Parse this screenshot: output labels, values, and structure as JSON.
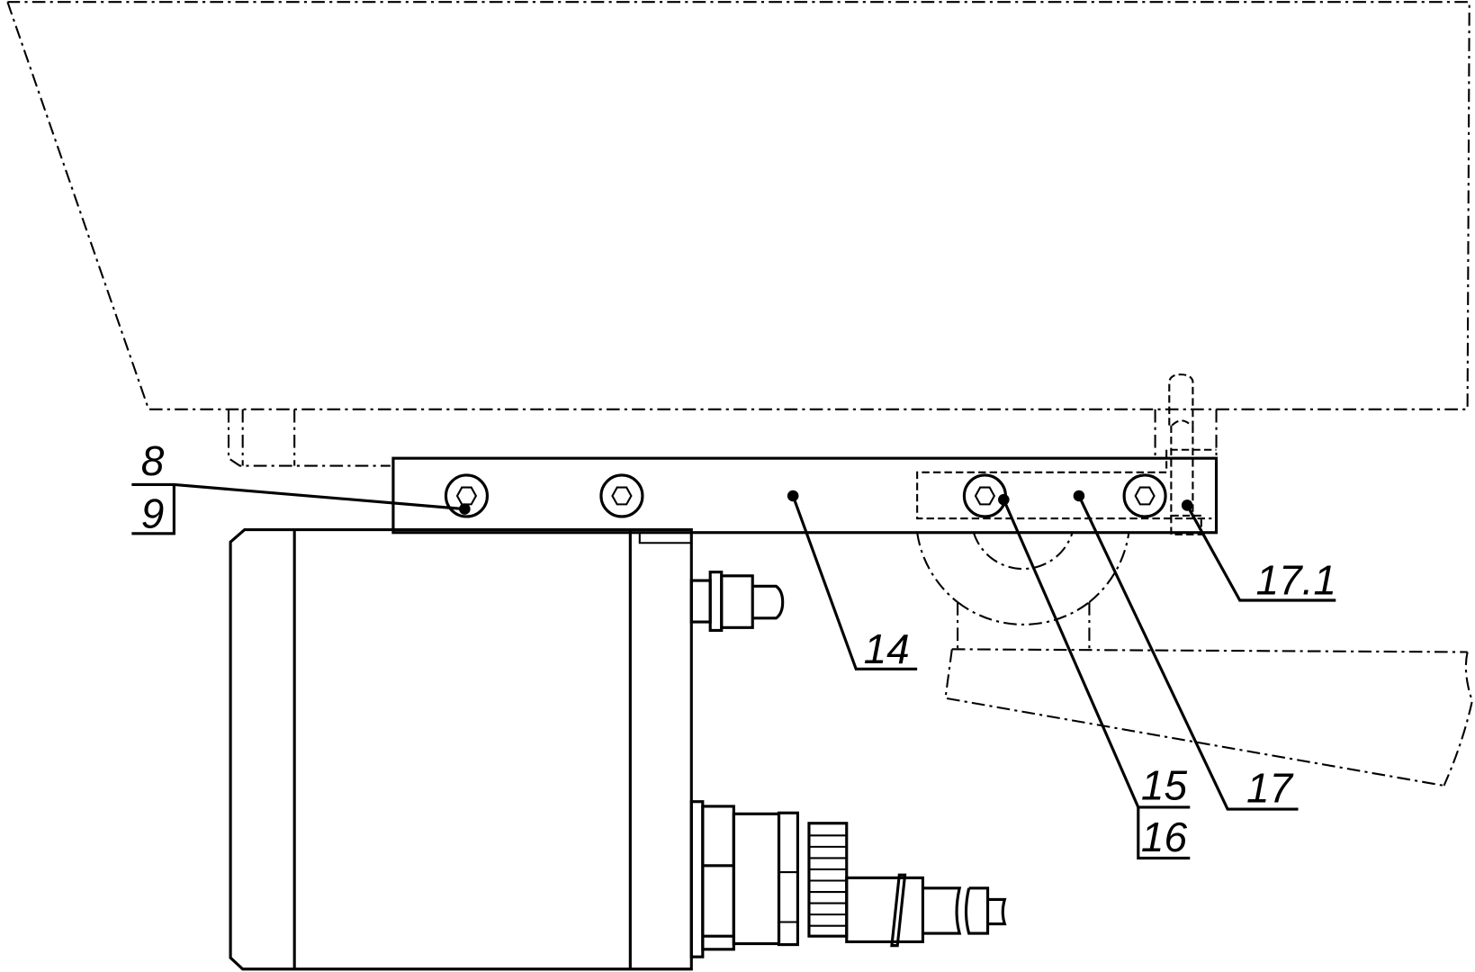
{
  "drawing": {
    "callouts": {
      "part_8": "8",
      "part_9": "9",
      "part_14": "14",
      "part_15": "15",
      "part_16": "16",
      "part_17": "17",
      "part_17_1": "17.1"
    },
    "line_color": "#000000",
    "background_color": "#ffffff"
  }
}
